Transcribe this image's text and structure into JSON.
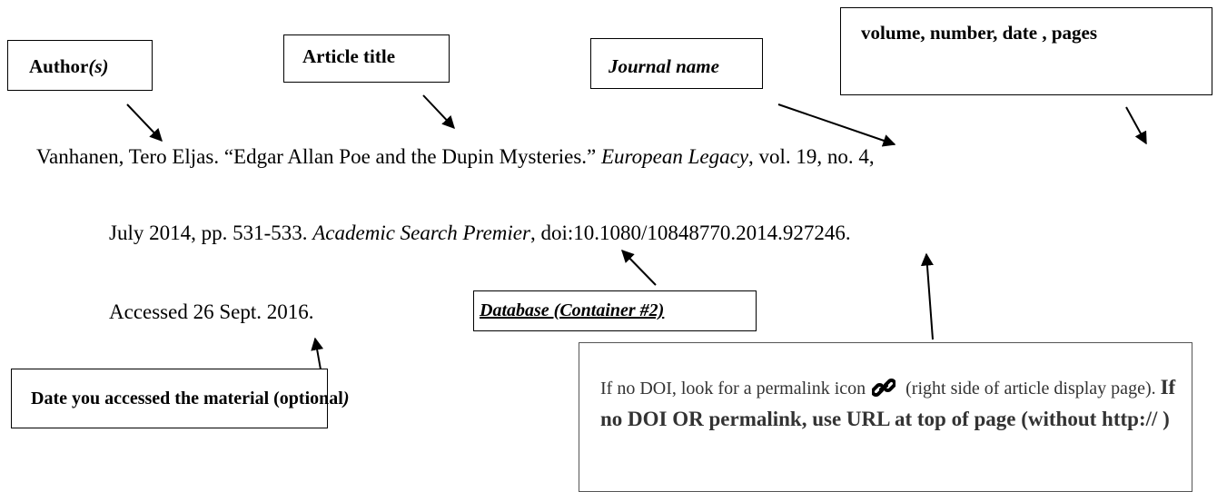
{
  "labels": {
    "author": "Author",
    "author_suffix": "(s)",
    "article_title": "Article title",
    "journal_name": "Journal name",
    "vol_num_date_pages": "volume, number, date , pages",
    "database": "Database (Container #2)",
    "date_accessed": "Date you accessed the material (optional",
    "date_accessed_close": ")"
  },
  "citation": {
    "line1_a": "Vanhanen, Tero Eljas. “Edgar Allan Poe and the Dupin Mysteries.” ",
    "line1_journal": "European Legacy",
    "line1_b": ", vol. 19, no. 4,",
    "line2_a": "July 2014, pp. 531-533. ",
    "line2_database": "Academic Search Premier",
    "line2_b": ", doi:10.1080/10848770.2014.927246.",
    "line3": "Accessed 26 Sept. 2016."
  },
  "note": {
    "part1": "If no DOI, look for a permalink  icon ",
    "part2": " (right side of article display page). ",
    "bold": "If no DOI OR permalink, use URL at top of page (without http:// )",
    "icon": "link-icon"
  }
}
